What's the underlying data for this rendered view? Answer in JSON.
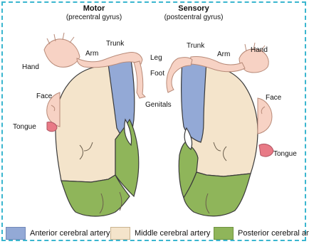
{
  "motor": {
    "title": "Motor",
    "subtitle": "(precentral gyrus)",
    "labels": {
      "trunk": "Trunk",
      "arm": "Arm",
      "hand": "Hand",
      "face": "Face",
      "tongue": "Tongue"
    }
  },
  "sensory": {
    "title": "Sensory",
    "subtitle": "(postcentral gyrus)",
    "labels": {
      "trunk": "Trunk",
      "arm": "Arm",
      "hand": "Hand",
      "leg": "Leg",
      "foot": "Foot",
      "genitals": "Genitals",
      "face": "Face",
      "tongue": "Tongue"
    }
  },
  "legend": [
    {
      "label": "Anterior cerebral artery",
      "color": "#93a9d6"
    },
    {
      "label": "Middle cerebral artery",
      "color": "#f4e4cb"
    },
    {
      "label": "Posterior cerebral artery",
      "color": "#8fb55a"
    }
  ],
  "colors": {
    "frame": "#3bb6cf",
    "outline": "#3a3a3a",
    "skin": "#f7d2c4",
    "skin_line": "#b88a78",
    "tongue": "#e87a86"
  }
}
